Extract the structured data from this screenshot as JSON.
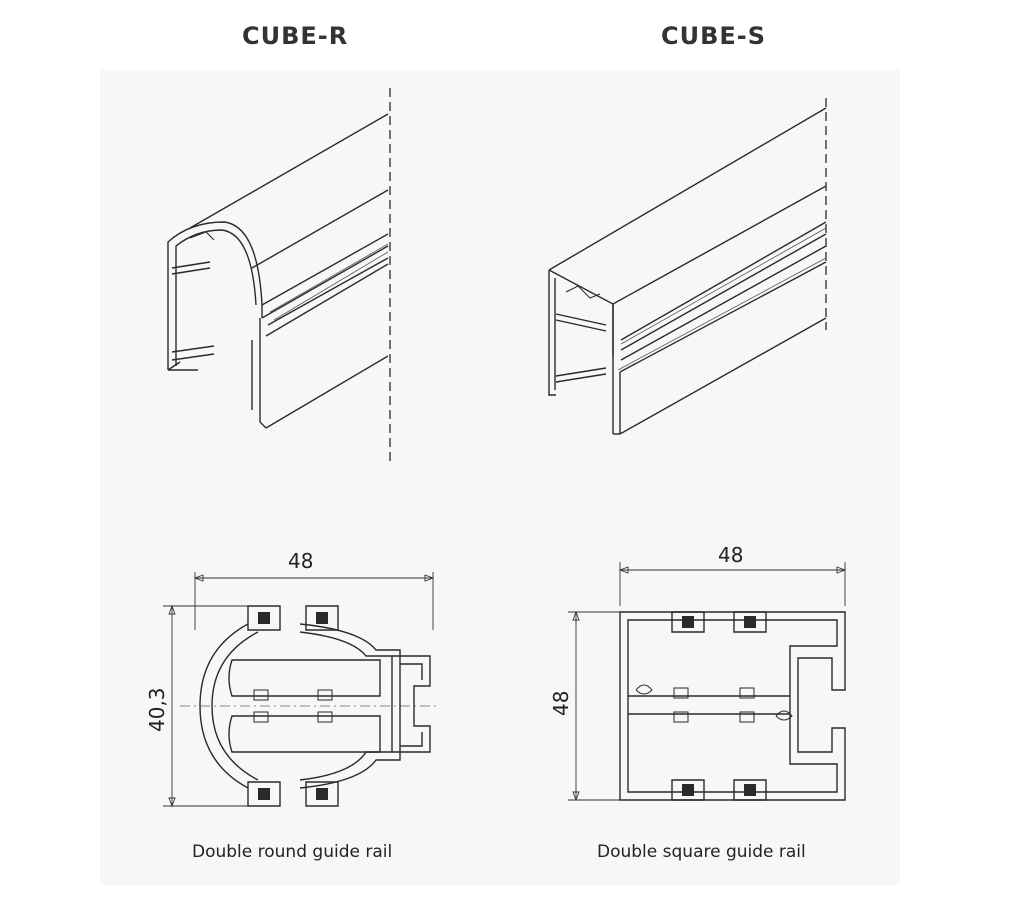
{
  "titles": {
    "left": "CUBE-R",
    "right": "CUBE-S"
  },
  "captions": {
    "left": "Double round guide rail",
    "right": "Double square guide rail"
  },
  "dimensions": {
    "round_width": "48",
    "round_height": "40,3",
    "square_width": "48",
    "square_height": "48"
  }
}
